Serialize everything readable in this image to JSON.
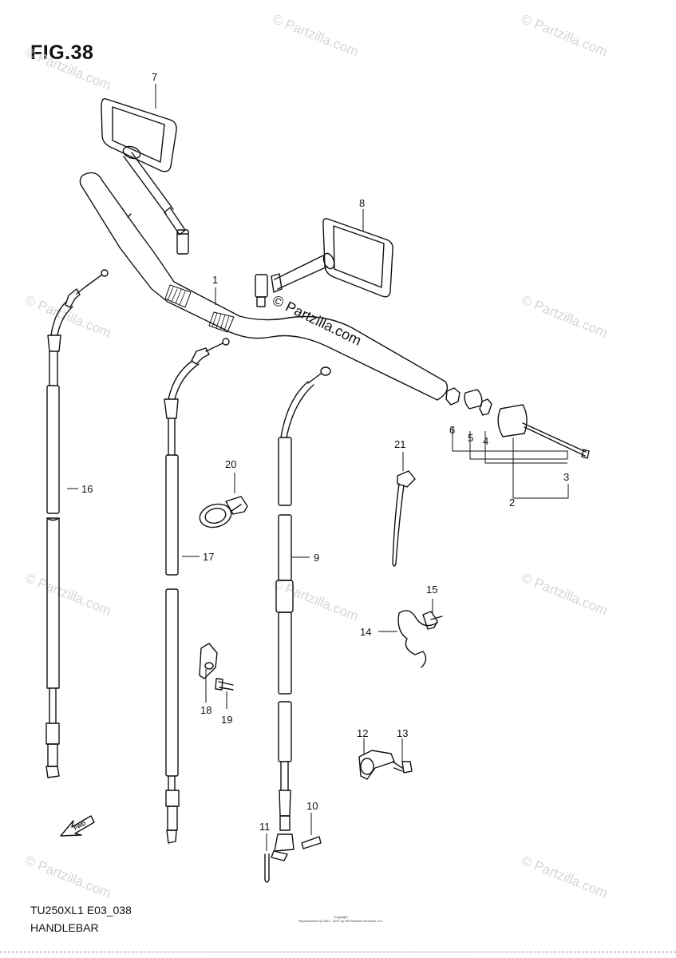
{
  "figure": {
    "title": "FIG.38",
    "model_code": "TU250XL1 E03_038",
    "section_name": "HANDLEBAR",
    "copyright_lines": [
      "Copyright",
      "Reproduction by 2001 - 2017 by ARI Network Services, Inc."
    ]
  },
  "watermark": {
    "text": "© Partzilla.com",
    "center_text": "© Partzilla.com"
  },
  "callouts": [
    "1",
    "2",
    "3",
    "4",
    "5",
    "6",
    "7",
    "8",
    "9",
    "10",
    "11",
    "12",
    "13",
    "14",
    "15",
    "16",
    "17",
    "18",
    "19",
    "20",
    "21"
  ],
  "forward_marker": "FWD",
  "colors": {
    "line": "#111111",
    "watermark": "#d6d6d6",
    "background": "#ffffff"
  }
}
